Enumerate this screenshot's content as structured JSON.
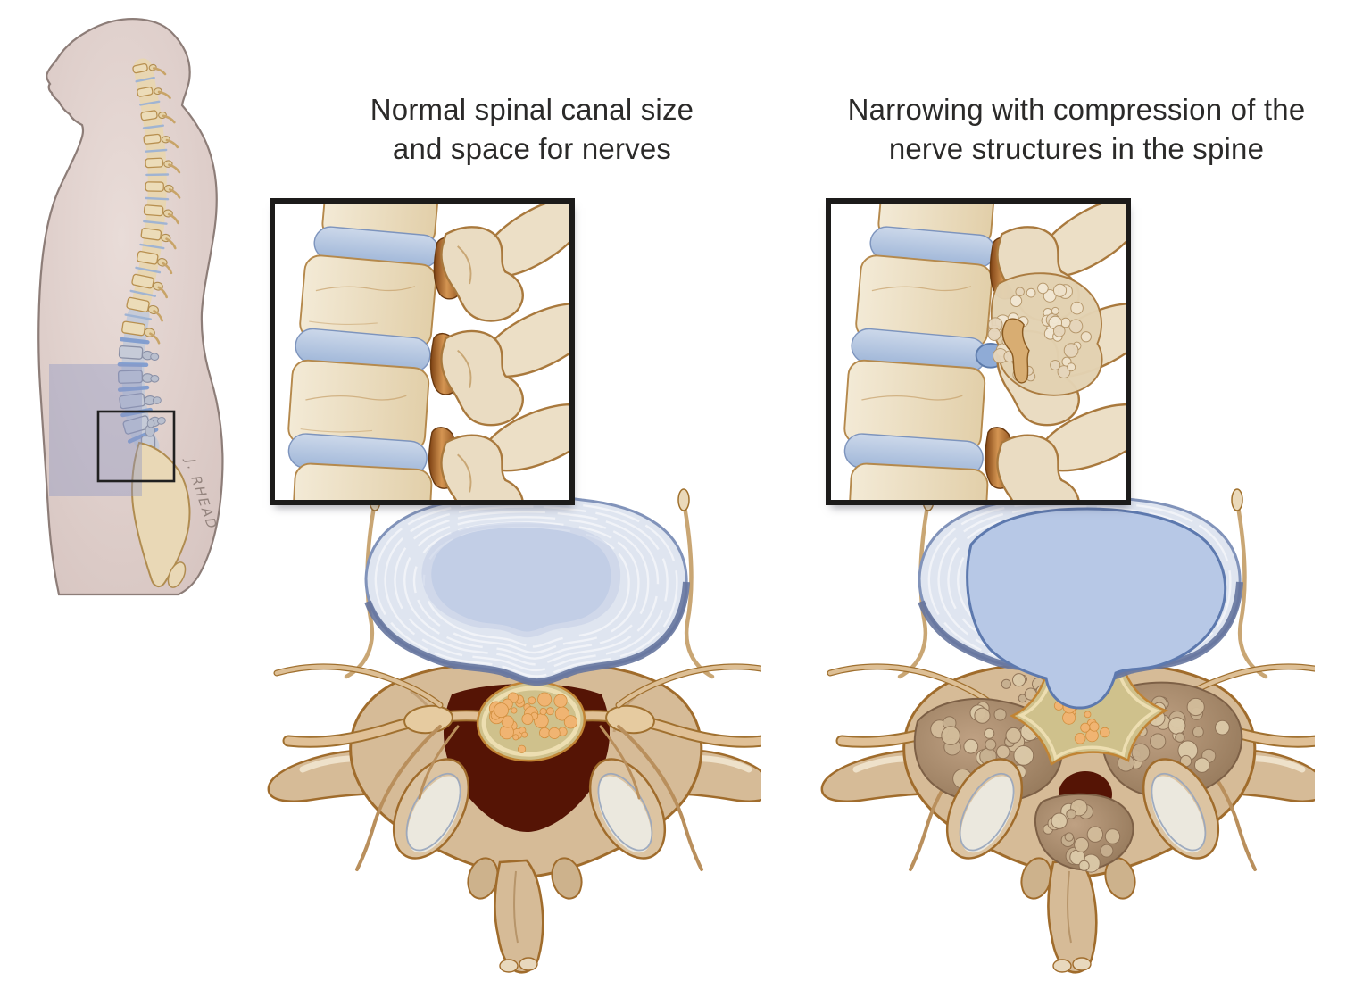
{
  "titles": {
    "normal": {
      "line1": "Normal spinal canal size",
      "line2": "and space for nerves"
    },
    "stenosis": {
      "line1": "Narrowing with compression of the",
      "line2": "nerve structures in the spine"
    }
  },
  "signature": "J. RHEAD",
  "palette": {
    "ink": "#2b2a29",
    "paper": "#ffffff",
    "body_skin": "#dccbc7",
    "body_outline": "#8d7d78",
    "highlight_band": "#8c95c2",
    "bone_cream": "#ecdfc6",
    "bone_outline": "#a06c2c",
    "axial_bone": "#d6bb97",
    "disc_blue": "#a9bedd",
    "disc_annulus": "#dfe5f0",
    "nucleus_blue": "#c2cee6",
    "stenosis_nucleus": "#b7c8e6",
    "disc_rim": "#8193ba",
    "canal_maroon": "#551405",
    "thecal_sac": "#cdc08b",
    "sac_dots": "#f0b472",
    "nerve_orange": "#c98a47",
    "bone_spur": "#a8896a",
    "focus_box": "#202020"
  }
}
